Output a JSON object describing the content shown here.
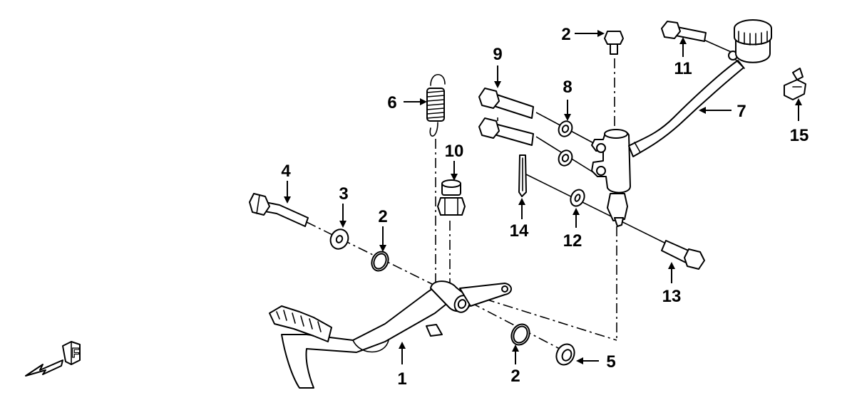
{
  "callouts": [
    {
      "id": "c1",
      "label": "1"
    },
    {
      "id": "c2a",
      "label": "2"
    },
    {
      "id": "c2b",
      "label": "2"
    },
    {
      "id": "c2c",
      "label": "2"
    },
    {
      "id": "c3",
      "label": "3"
    },
    {
      "id": "c4",
      "label": "4"
    },
    {
      "id": "c5",
      "label": "5"
    },
    {
      "id": "c6",
      "label": "6"
    },
    {
      "id": "c7",
      "label": "7"
    },
    {
      "id": "c8",
      "label": "8"
    },
    {
      "id": "c9",
      "label": "9"
    },
    {
      "id": "c10",
      "label": "10"
    },
    {
      "id": "c11",
      "label": "11"
    },
    {
      "id": "c12",
      "label": "12"
    },
    {
      "id": "c13",
      "label": "13"
    },
    {
      "id": "c14",
      "label": "14"
    },
    {
      "id": "c15",
      "label": "15"
    }
  ],
  "front_marker": "F"
}
